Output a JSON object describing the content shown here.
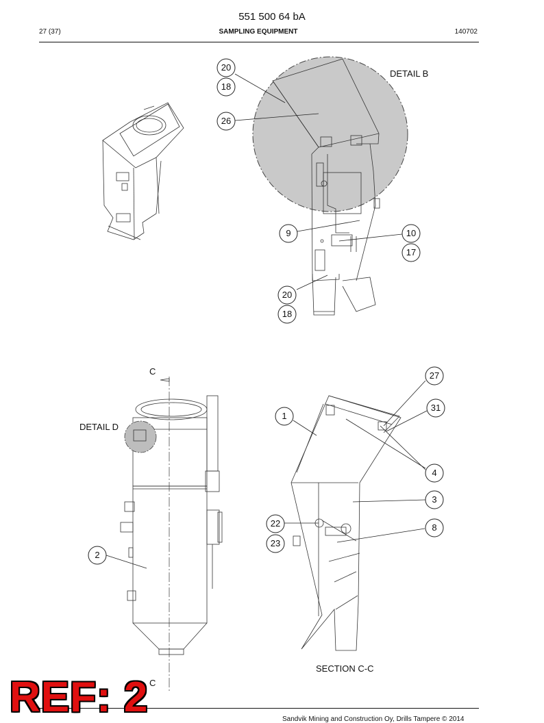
{
  "header": {
    "doc_number": "551 500 64 bA",
    "page": "27 (37)",
    "title": "SAMPLING EQUIPMENT",
    "date_code": "140702"
  },
  "labels": {
    "detail_b": "DETAIL B",
    "detail_d": "DETAIL D",
    "section_cc": "SECTION C-C",
    "section_mark_top": "C",
    "section_mark_bottom": "C"
  },
  "callouts": {
    "c20a": "20",
    "c18a": "18",
    "c26": "26",
    "c9": "9",
    "c10": "10",
    "c17": "17",
    "c20b": "20",
    "c18b": "18",
    "c27": "27",
    "c31": "31",
    "c1": "1",
    "c4": "4",
    "c3": "3",
    "c22": "22",
    "c8": "8",
    "c23": "23",
    "c2": "2"
  },
  "overlay": {
    "ref": "REF: 2"
  },
  "footer": {
    "text": "Sandvik Mining and Construction Oy, Drills Tampere © 2014"
  },
  "colors": {
    "detail_fill": "#c9c9c9",
    "ref_text": "#e01010"
  }
}
